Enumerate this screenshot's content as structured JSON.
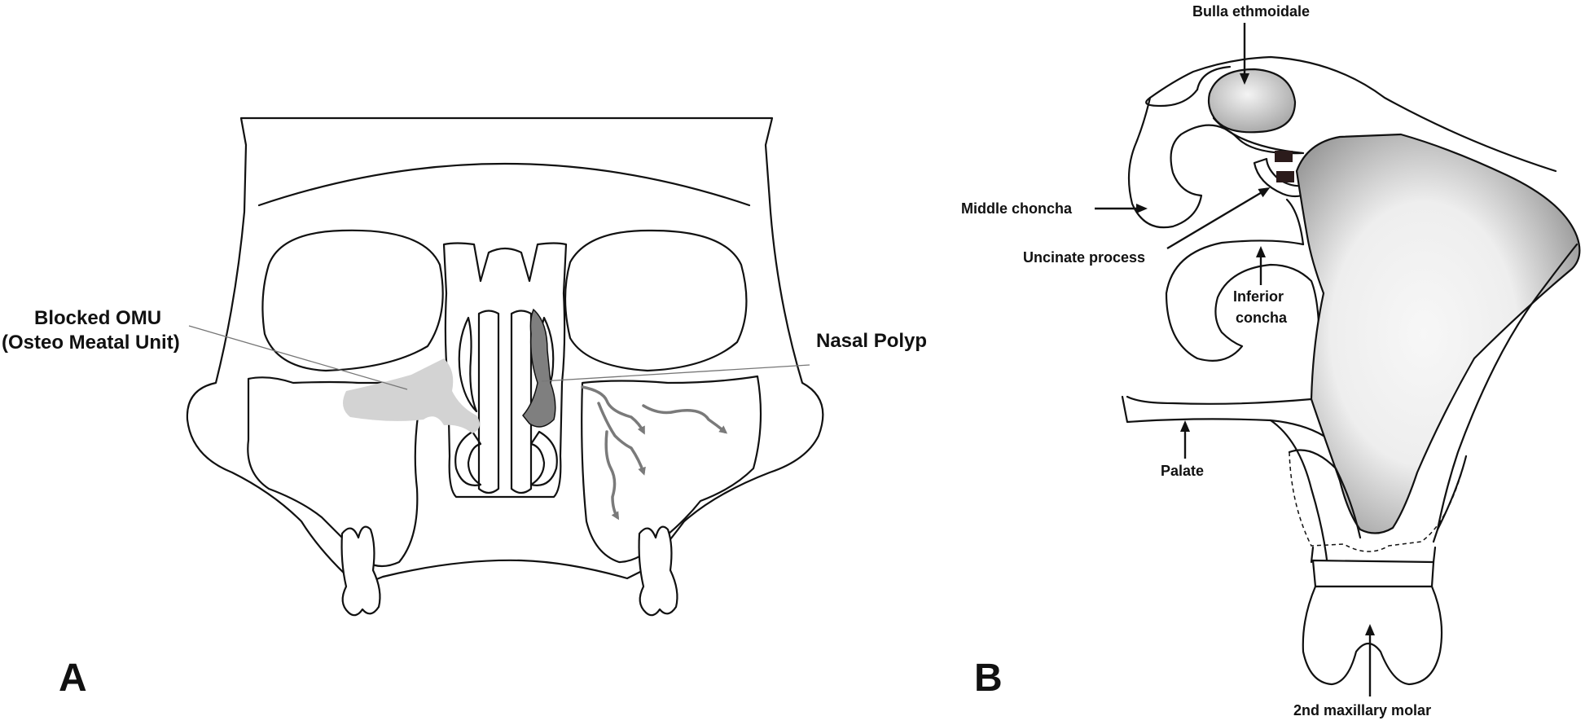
{
  "panels": {
    "a": {
      "letter": "A",
      "labels": {
        "blocked_omu_line1": "Blocked OMU",
        "blocked_omu_line2": "(Osteo Meatal Unit)",
        "nasal_polyp": "Nasal Polyp"
      }
    },
    "b": {
      "letter": "B",
      "labels": {
        "bulla": "Bulla ethmoidale",
        "middle_choncha": "Middle choncha",
        "uncinate": "Uncinate process",
        "inferior_line1": "Inferior",
        "inferior_line2": "concha",
        "palate": "Palate",
        "molar": "2nd maxillary molar"
      }
    }
  },
  "colors": {
    "stroke": "#111111",
    "omu_fill": "#d3d3d3",
    "polyp_fill": "#7f7f7f",
    "flow_arrows": "#7a7a7a",
    "sinus_gradient_light": "#f4f4f4",
    "sinus_gradient_dark": "#9c9c9c"
  }
}
